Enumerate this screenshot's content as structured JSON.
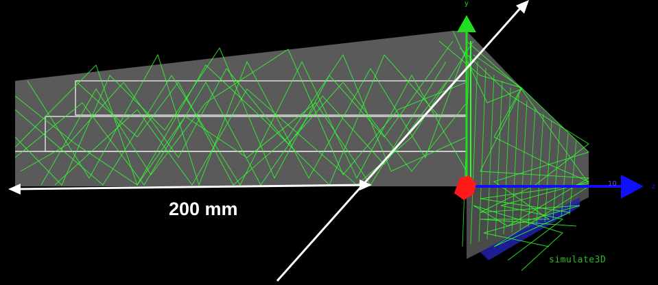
{
  "scene": {
    "background": "#000000",
    "panel_color": "#5a5a5a",
    "ray_color": "#33ff33",
    "outline_color": "#ffffff",
    "x_axis_color": "#1010ff",
    "y_axis_color": "#22dd22",
    "origin_marker_color": "#ff1a1a"
  },
  "annotation": {
    "dimension_label": "200 mm"
  },
  "axes": {
    "y_label": "y",
    "z_label": "z",
    "tick_label": "10"
  },
  "watermark": {
    "text": "simulate3D"
  }
}
